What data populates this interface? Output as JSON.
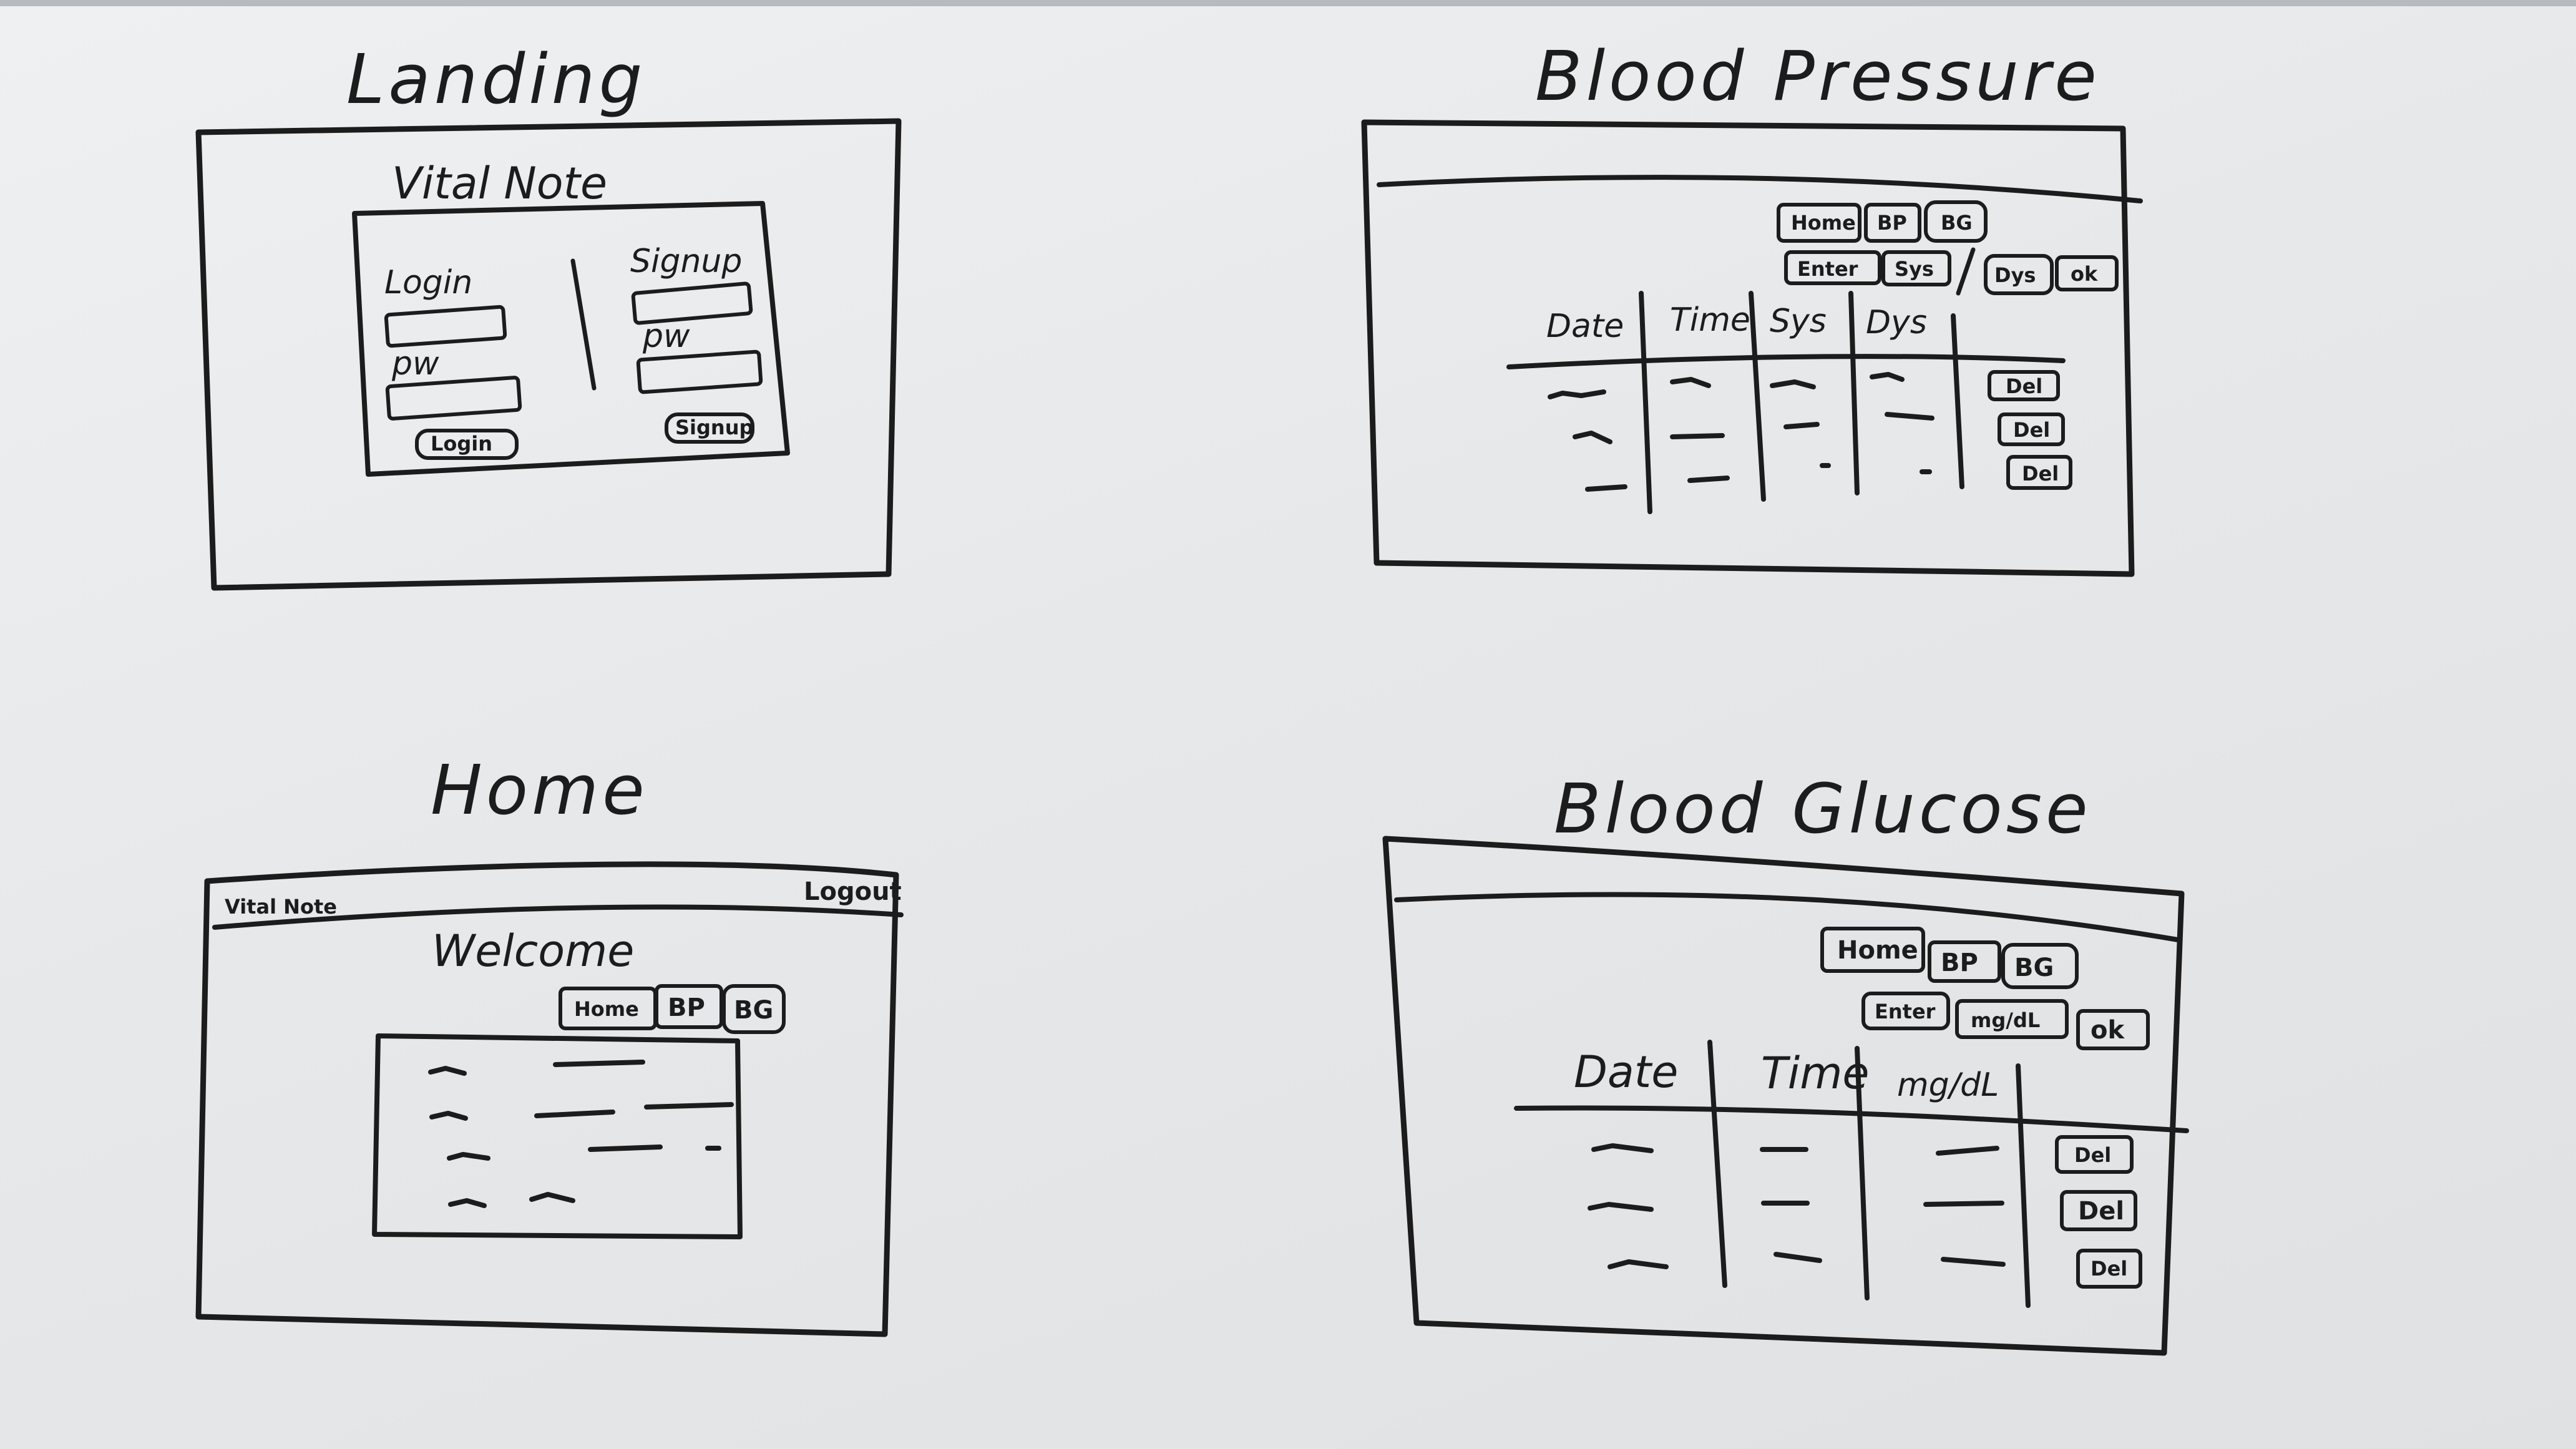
{
  "screens": {
    "landing": {
      "title": "Landing",
      "app_name": "Vital Note",
      "login": {
        "heading": "Login",
        "pw_label": "pw",
        "button": "Login"
      },
      "signup": {
        "heading": "Signup",
        "pw_label": "pw",
        "button": "Signup"
      }
    },
    "blood_pressure": {
      "title": "Blood Pressure",
      "nav": [
        "Home",
        "BP",
        "BG"
      ],
      "inputs": [
        "Enter",
        "Sys",
        "Dys"
      ],
      "ok_button": "ok",
      "columns": [
        "Date",
        "Time",
        "Sys",
        "Dys"
      ],
      "row_count": 3,
      "delete_label": "Del"
    },
    "home": {
      "title": "Home",
      "app_name": "Vital Note",
      "logout": "Logout",
      "welcome": "Welcome",
      "nav": [
        "Home",
        "BP",
        "BG"
      ]
    },
    "blood_glucose": {
      "title": "Blood Glucose",
      "nav": [
        "Home",
        "BP",
        "BG"
      ],
      "inputs": [
        "Enter",
        "mg/dL"
      ],
      "ok_button": "ok",
      "columns": [
        "Date",
        "Time",
        "mg/dL"
      ],
      "row_count": 3,
      "delete_label": "Del"
    }
  }
}
